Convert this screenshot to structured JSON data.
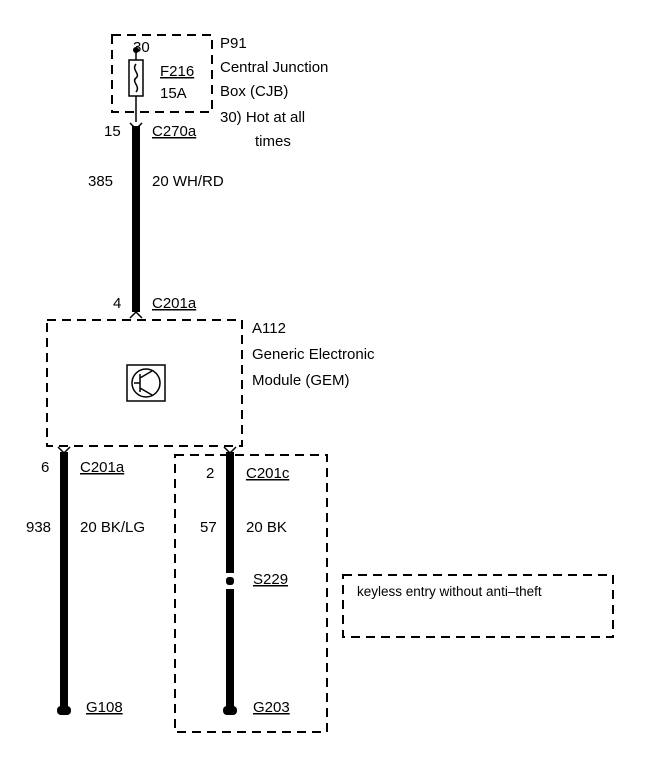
{
  "fuse_box": {
    "pin_top": "30",
    "fuse_id": "F216",
    "fuse_rating": "15A",
    "ref": "P91",
    "name_line1": "Central Junction",
    "name_line2": "Box (CJB)",
    "note_line1": "30)  Hot at all",
    "note_line2": "times"
  },
  "wire_top": {
    "pin_top": "15",
    "connector_top": "C270a",
    "circuit": "385",
    "gauge_color": "20 WH/RD",
    "pin_bottom": "4",
    "connector_bottom": "C201a"
  },
  "module": {
    "ref": "A112",
    "name_line1": "Generic Electronic",
    "name_line2": "Module (GEM)"
  },
  "wire_left": {
    "pin": "6",
    "connector": "C201a",
    "circuit": "938",
    "gauge_color": "20 BK/LG",
    "ground": "G108"
  },
  "wire_right": {
    "pin": "2",
    "connector": "C201c",
    "circuit": "57",
    "gauge_color": "20 BK",
    "splice": "S229",
    "ground": "G203"
  },
  "option_note": "keyless entry without anti–theft"
}
